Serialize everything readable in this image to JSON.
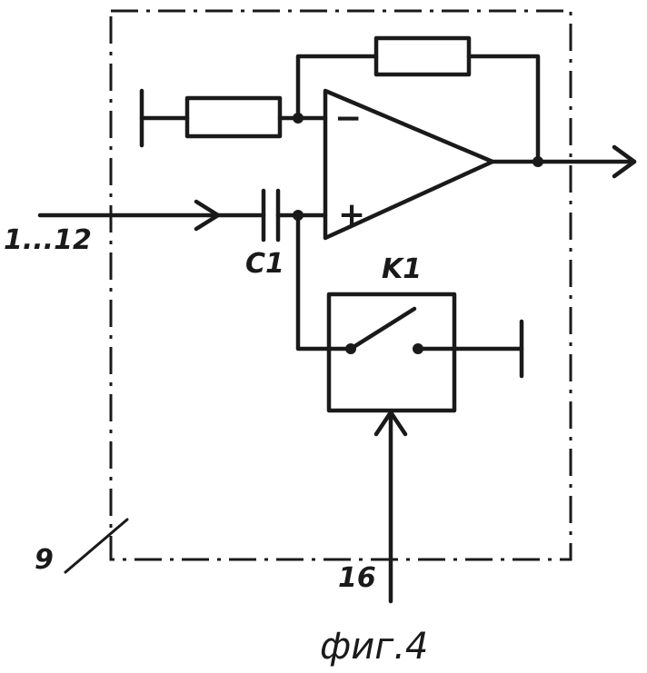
{
  "labels": {
    "input": "1...12",
    "capacitor": "C1",
    "key": "K1",
    "control_input": "16",
    "block_number": "9",
    "figure": "фиг.4"
  },
  "opamp": {
    "inverting_sign": "−",
    "noninverting_sign": "+"
  },
  "colors": {
    "ink": "#1a1a1a",
    "paper": "#ffffff"
  }
}
